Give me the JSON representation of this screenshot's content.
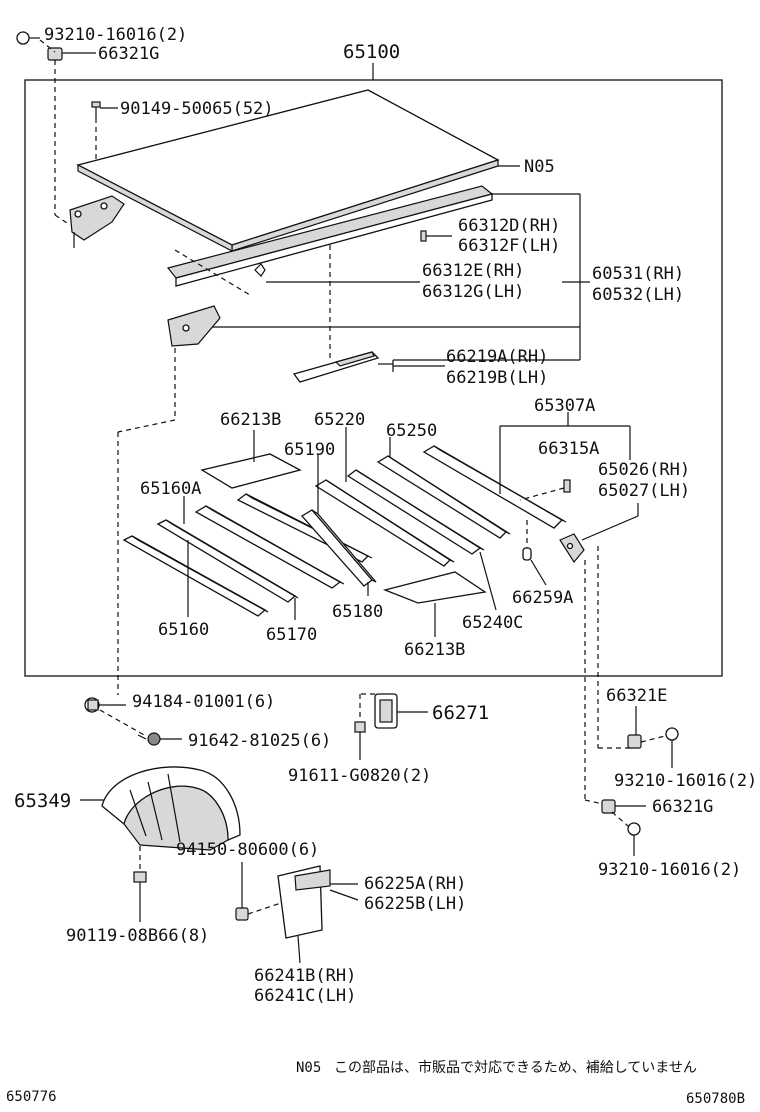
{
  "labels": {
    "p1": "93210-16016(2)",
    "p2": "66321G",
    "p3": "65100",
    "p4": "90149-50065(52)",
    "p5": "N05",
    "p6": "66312D(RH)",
    "p7": "66312F(LH)",
    "p8": "66312E(RH)",
    "p9": "66312G(LH)",
    "p10": "60531(RH)",
    "p11": "60532(LH)",
    "p12": "66219A(RH)",
    "p13": "66219B(LH)",
    "p14": "66213B",
    "p15": "65220",
    "p16": "65250",
    "p17": "65307A",
    "p18": "65190",
    "p19": "66315A",
    "p20": "65026(RH)",
    "p21": "65027(LH)",
    "p22": "65160A",
    "p23": "66259A",
    "p24": "65160",
    "p25": "65170",
    "p26": "65180",
    "p27": "65240C",
    "p28": "66213B",
    "p29": "94184-01001(6)",
    "p30": "66271",
    "p31": "66321E",
    "p32": "91642-81025(6)",
    "p33": "91611-G0820(2)",
    "p34": "93210-16016(2)",
    "p35": "65349",
    "p36": "66321G",
    "p37": "94150-80600(6)",
    "p38": "93210-16016(2)",
    "p39": "66225A(RH)",
    "p40": "66225B(LH)",
    "p41": "90119-08B66(8)",
    "p42": "66241B(RH)",
    "p43": "66241C(LH)"
  },
  "footnote": {
    "code": "N05",
    "text": "この部品は、市販品で対応できるため、補給していません"
  },
  "figure_ids": {
    "left": "650776",
    "right": "650780B"
  }
}
